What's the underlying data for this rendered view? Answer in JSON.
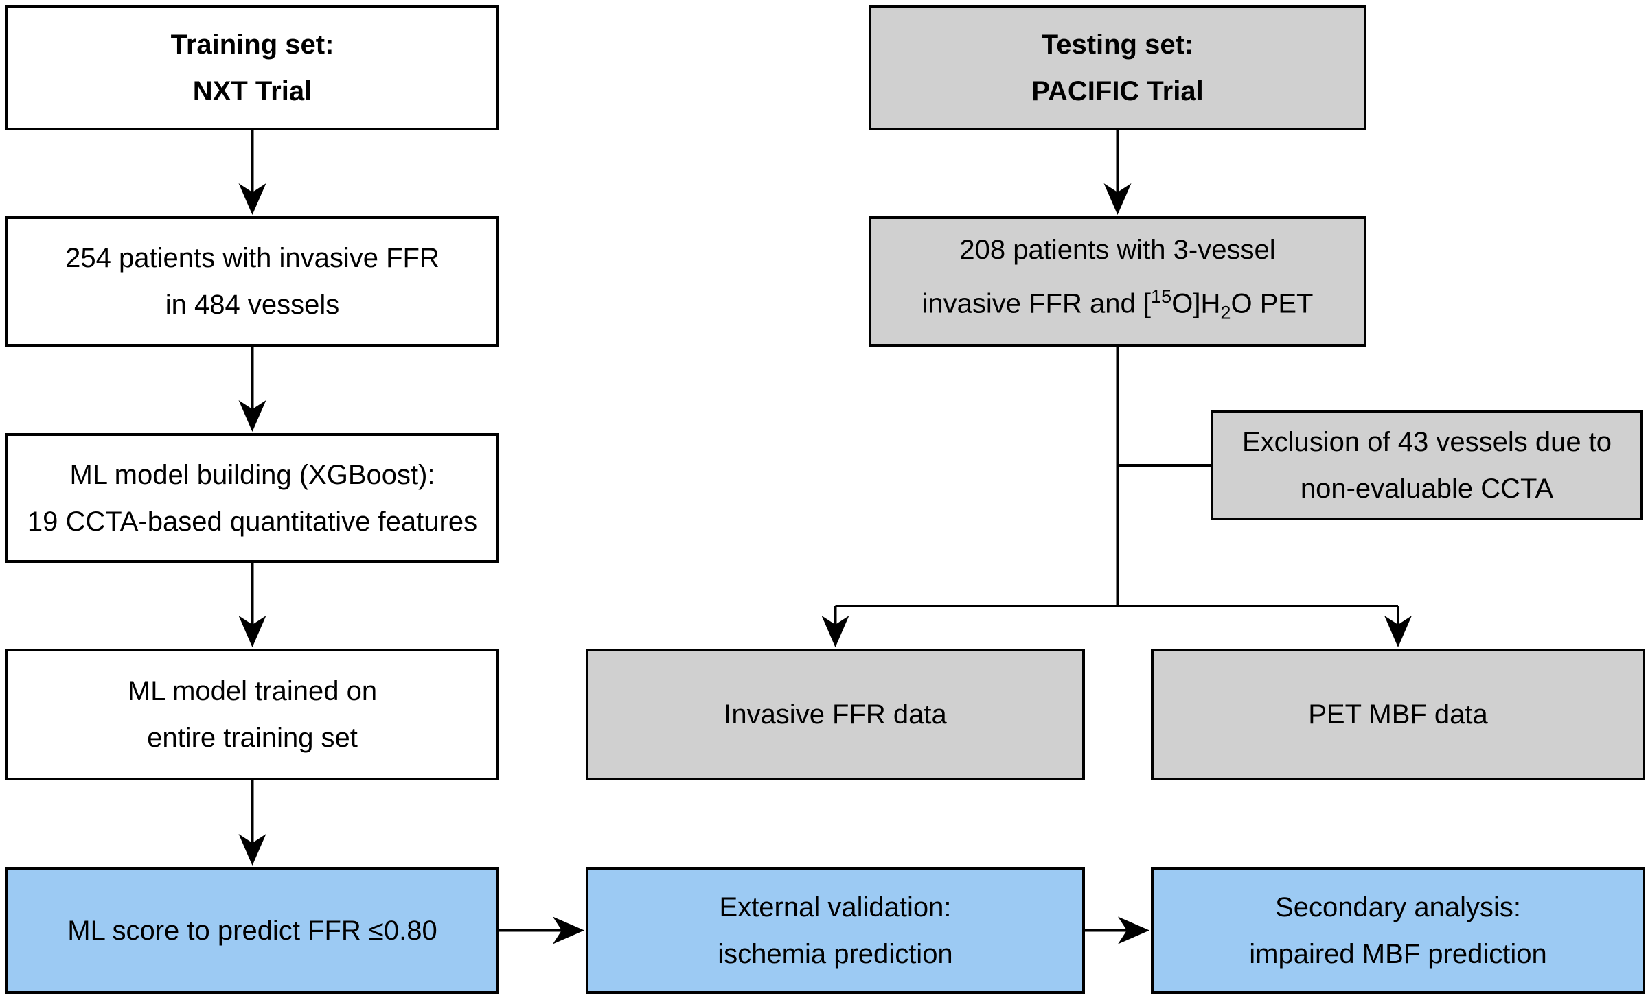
{
  "colors": {
    "white_box": "#FFFFFF",
    "gray_box": "#D0D0D0",
    "blue_box": "#9CCAF3",
    "border": "#000000",
    "text": "#000000"
  },
  "training_column": {
    "header": {
      "line1": "Training set:",
      "line2": "NXT Trial"
    },
    "patients": {
      "line1": "254 patients with invasive FFR",
      "line2": "in 484 vessels"
    },
    "model_building": {
      "line1": "ML model building (XGBoost):",
      "line2": "19 CCTA-based quantitative features"
    },
    "model_trained": {
      "line1": "ML model trained on",
      "line2": "entire training set"
    },
    "ml_score": {
      "line1": "ML score to predict FFR ≤0.80"
    }
  },
  "testing_column": {
    "header": {
      "line1": "Testing set:",
      "line2": "PACIFIC Trial"
    },
    "patients": {
      "line1": "208 patients with 3-vessel",
      "line2_prefix": "invasive FFR and [",
      "line2_sup": "15",
      "line2_mid": "O]H",
      "line2_sub": "2",
      "line2_suffix": "O PET"
    },
    "exclusion": {
      "line1": "Exclusion of 43 vessels due to",
      "line2": "non-evaluable CCTA"
    },
    "ffr_branch": {
      "line1": "Invasive FFR data"
    },
    "pet_branch": {
      "line1": "PET MBF data"
    },
    "external_validation": {
      "line1": "External validation:",
      "line2": "ischemia prediction"
    },
    "secondary_analysis": {
      "line1": "Secondary analysis:",
      "line2": "impaired MBF prediction"
    }
  }
}
